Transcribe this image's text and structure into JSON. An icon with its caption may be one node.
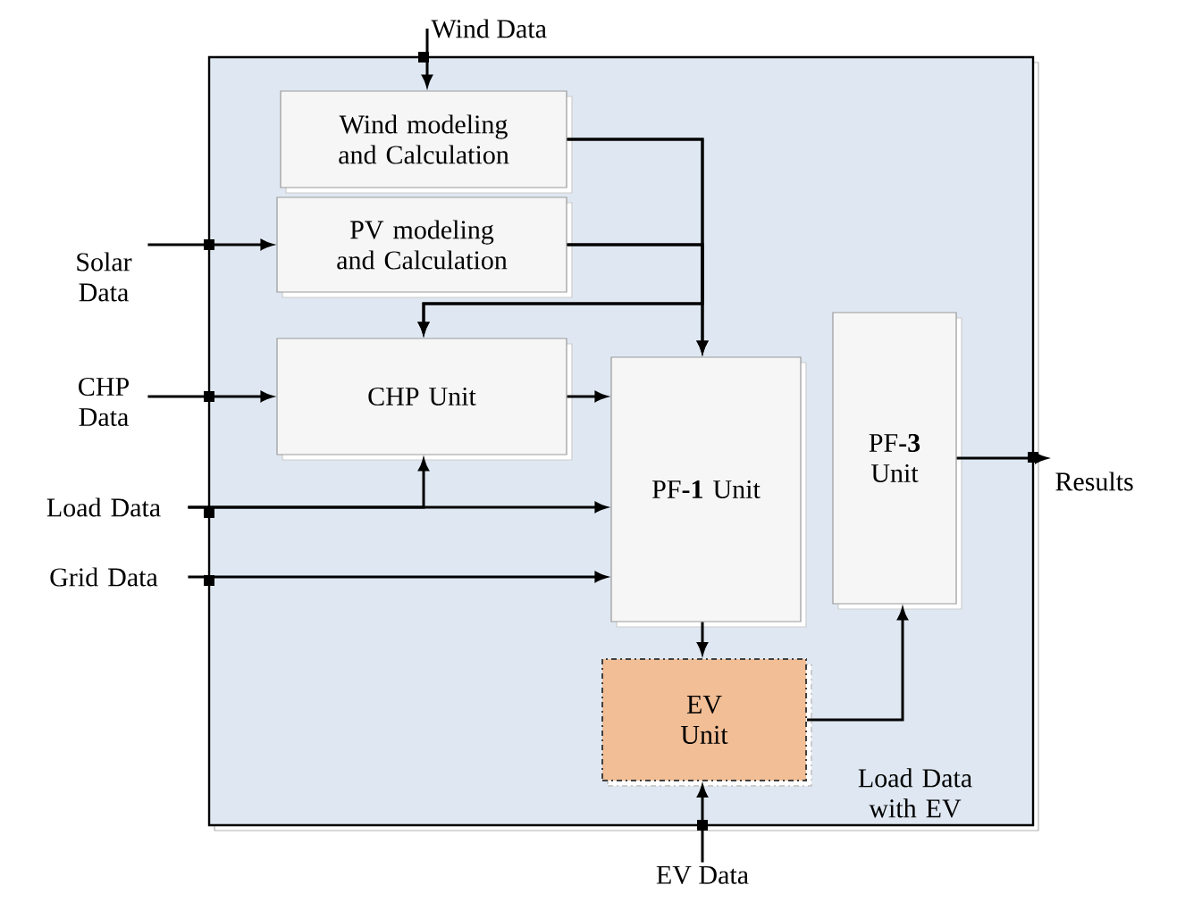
{
  "diagram": {
    "nodes": [
      {
        "text": [],
        "shape": "box"
      },
      {
        "text": [
          "Wind Data"
        ]
      },
      {
        "text": [
          "Wind modeling and Calculation"
        ],
        "in": 0
      },
      {
        "text": [
          "Solar Data"
        ]
      },
      {
        "text": [
          "PV modeling and Calculation"
        ],
        "in": 0
      },
      {
        "text": [
          "CHP Data"
        ]
      },
      {
        "text": [
          "CHP Unit"
        ],
        "in": 0
      },
      {
        "text": [
          "Load Data"
        ]
      },
      {
        "text": [
          "Grid Data"
        ]
      },
      {
        "text": [
          "PF**-1** Unit"
        ],
        "in": 0
      },
      {
        "text": [
          "PF**-3** Unit"
        ],
        "in": 0
      },
      {
        "text": [
          "Results"
        ]
      },
      {
        "text": [
          "EV Unit"
        ],
        "in": 0
      },
      {
        "text": [
          "EV Data"
        ]
      }
    ],
    "edges": [
      {
        "from": 1,
        "to": 2,
        "arrow": "to"
      },
      {
        "from": 3,
        "to": 4,
        "arrow": "to"
      },
      {
        "from": 5,
        "to": 6,
        "arrow": "to"
      },
      {
        "from": 2,
        "to": 9,
        "arrow": "to"
      },
      {
        "from": 4,
        "to": 9,
        "arrow": "to"
      },
      {
        "from": 2,
        "to": 6,
        "arrow": "to"
      },
      {
        "from": 4,
        "to": 6,
        "arrow": "to"
      },
      {
        "from": 6,
        "to": 9,
        "arrow": "to"
      },
      {
        "from": 7,
        "to": 9,
        "arrow": "to"
      },
      {
        "from": 7,
        "to": 6,
        "arrow": "to"
      },
      {
        "from": 8,
        "to": 9,
        "arrow": "to"
      },
      {
        "from": 9,
        "to": 12,
        "arrow": "to"
      },
      {
        "from": 12,
        "to": 10,
        "arrow": "to",
        "label": "Load Data with EV"
      },
      {
        "from": 13,
        "to": 12,
        "arrow": "to"
      },
      {
        "from": 10,
        "to": 11,
        "arrow": "to"
      }
    ]
  }
}
